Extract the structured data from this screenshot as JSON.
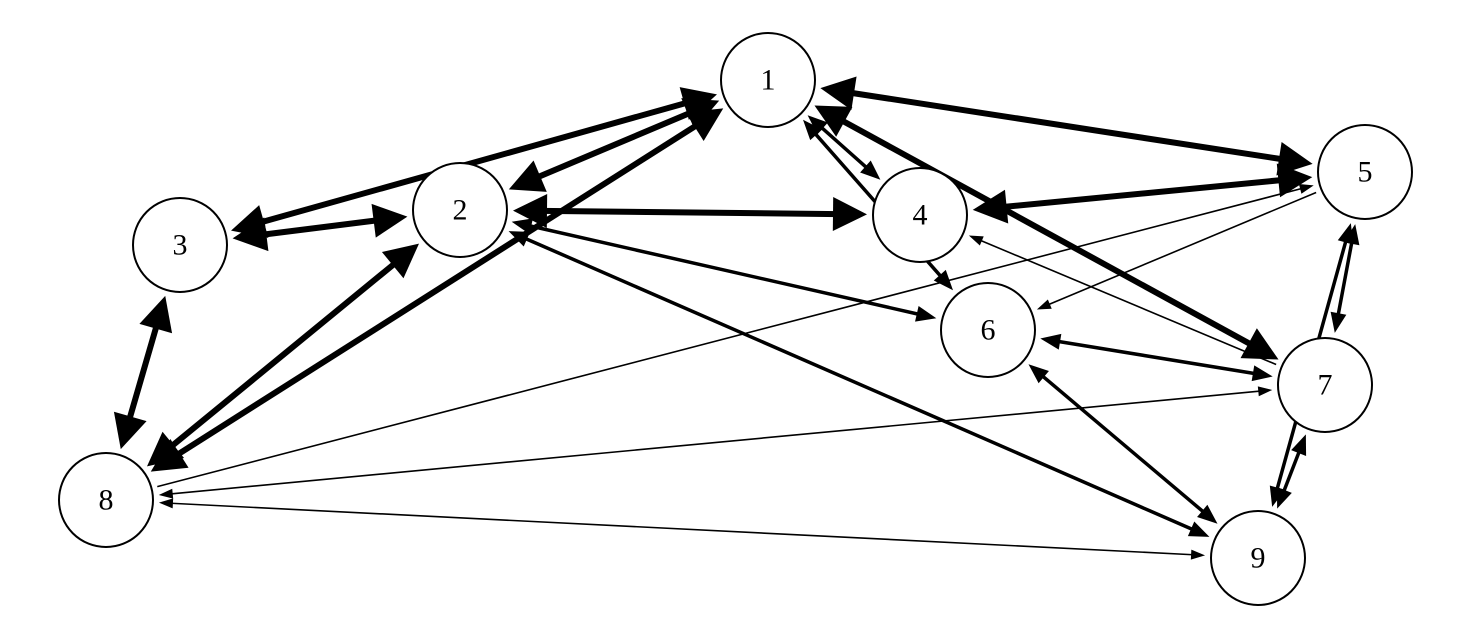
{
  "diagram": {
    "nodes": [
      {
        "id": "1",
        "label": "1"
      },
      {
        "id": "2",
        "label": "2"
      },
      {
        "id": "3",
        "label": "3"
      },
      {
        "id": "4",
        "label": "4"
      },
      {
        "id": "5",
        "label": "5"
      },
      {
        "id": "6",
        "label": "6"
      },
      {
        "id": "7",
        "label": "7"
      },
      {
        "id": "8",
        "label": "8"
      },
      {
        "id": "9",
        "label": "9"
      }
    ],
    "edges": [
      {
        "from": "3",
        "to": "1",
        "direction": "both",
        "weight": "heavy"
      },
      {
        "from": "2",
        "to": "1",
        "direction": "both",
        "weight": "heavy"
      },
      {
        "from": "1",
        "to": "5",
        "direction": "both",
        "weight": "heavy"
      },
      {
        "from": "1",
        "to": "4",
        "direction": "both",
        "weight": "medium"
      },
      {
        "from": "1",
        "to": "6",
        "direction": "both",
        "weight": "medium"
      },
      {
        "from": "1",
        "to": "7",
        "direction": "both",
        "weight": "heavy"
      },
      {
        "from": "8",
        "to": "1",
        "direction": "both",
        "weight": "heavy"
      },
      {
        "from": "3",
        "to": "2",
        "direction": "both",
        "weight": "heavy"
      },
      {
        "from": "2",
        "to": "4",
        "direction": "both",
        "weight": "heavy"
      },
      {
        "from": "2",
        "to": "6",
        "direction": "both",
        "weight": "medium"
      },
      {
        "from": "2",
        "to": "9",
        "direction": "both",
        "weight": "medium"
      },
      {
        "from": "8",
        "to": "2",
        "direction": "both",
        "weight": "heavy"
      },
      {
        "from": "3",
        "to": "8",
        "direction": "both",
        "weight": "heavy"
      },
      {
        "from": "4",
        "to": "5",
        "direction": "both",
        "weight": "heavy"
      },
      {
        "from": "7",
        "to": "4",
        "direction": "forward",
        "weight": "thin"
      },
      {
        "from": "5",
        "to": "6",
        "direction": "forward",
        "weight": "thin"
      },
      {
        "from": "5",
        "to": "7",
        "direction": "both",
        "weight": "medium"
      },
      {
        "from": "5",
        "to": "9",
        "direction": "both",
        "weight": "medium"
      },
      {
        "from": "8",
        "to": "5",
        "direction": "forward",
        "weight": "thin"
      },
      {
        "from": "7",
        "to": "6",
        "direction": "both",
        "weight": "medium"
      },
      {
        "from": "6",
        "to": "9",
        "direction": "both",
        "weight": "medium"
      },
      {
        "from": "7",
        "to": "9",
        "direction": "both",
        "weight": "medium"
      },
      {
        "from": "8",
        "to": "7",
        "direction": "both",
        "weight": "thin"
      },
      {
        "from": "8",
        "to": "9",
        "direction": "both",
        "weight": "thin"
      }
    ]
  }
}
